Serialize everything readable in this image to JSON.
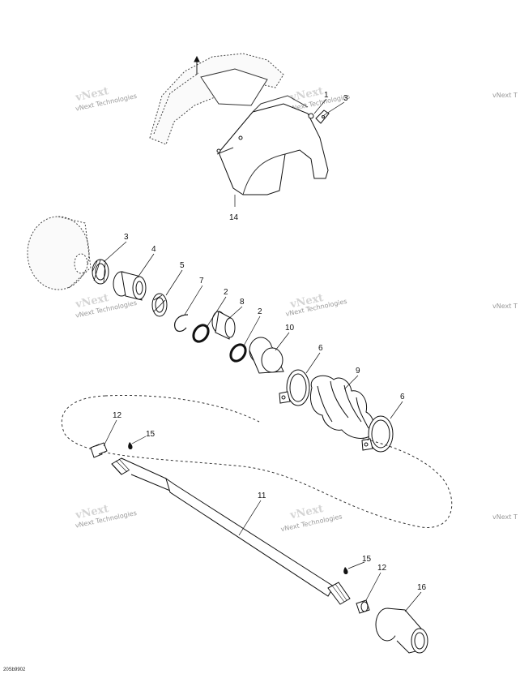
{
  "diagram": {
    "drawing_code": "20Sb9902",
    "watermark_text": "vNext Technologies",
    "watermark_partial": "vNext T",
    "callouts": [
      "1",
      "3",
      "14",
      "3",
      "4",
      "5",
      "7",
      "2",
      "8",
      "2",
      "10",
      "6",
      "9",
      "6",
      "12",
      "15",
      "11",
      "15",
      "12",
      "16"
    ]
  }
}
